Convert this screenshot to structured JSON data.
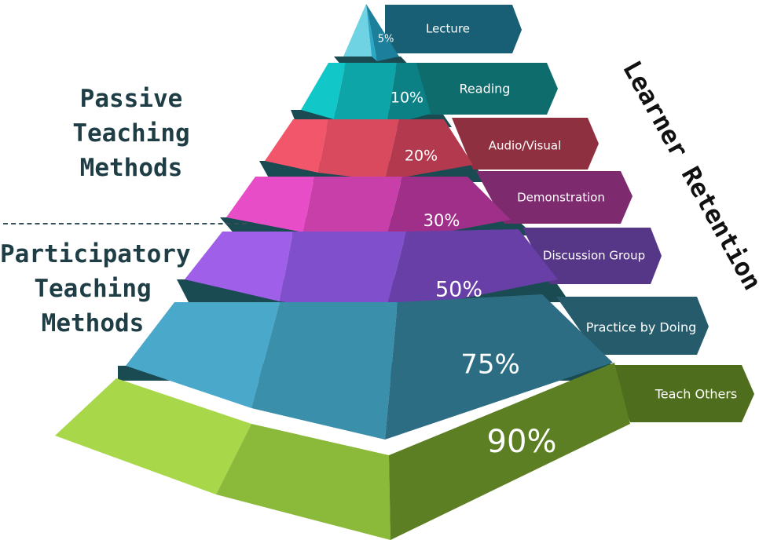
{
  "labels": {
    "passive": [
      "Passive",
      "Teaching",
      "Methods"
    ],
    "participatory": [
      "Participatory",
      "Teaching",
      "Methods"
    ],
    "retention": "Learner Retention"
  },
  "levels": [
    {
      "percent": "5%",
      "label": "Lecture",
      "colors": {
        "left": "#6fd3e4",
        "front": "#2aa9c4",
        "right": "#1c7f9b",
        "tab": "#185f76"
      }
    },
    {
      "percent": "10%",
      "label": "Reading",
      "colors": {
        "left": "#12c7c7",
        "front": "#0ea5a8",
        "right": "#0b8185",
        "tab": "#0f6c6d"
      }
    },
    {
      "percent": "20%",
      "label": "Audio/Visual",
      "colors": {
        "left": "#f2566b",
        "front": "#d94a5f",
        "right": "#b33a4e",
        "tab": "#8f3040"
      }
    },
    {
      "percent": "30%",
      "label": "Demonstration",
      "colors": {
        "left": "#e84dc8",
        "front": "#c83fa9",
        "right": "#9f2f89",
        "tab": "#7d2a6e"
      }
    },
    {
      "percent": "50%",
      "label": "Discussion Group",
      "colors": {
        "left": "#9f5fe8",
        "front": "#8050cc",
        "right": "#673fa6",
        "tab": "#563687"
      }
    },
    {
      "percent": "75%",
      "label": "Practice by Doing",
      "colors": {
        "left": "#4aa9cb",
        "front": "#3a8fab",
        "right": "#2d6d83",
        "tab": "#265b6c"
      }
    },
    {
      "percent": "90%",
      "label": "Teach Others",
      "colors": {
        "left": "#a8d84a",
        "front": "#8bb93a",
        "right": "#5b7f22",
        "tab": "#4f6e1d"
      }
    }
  ]
}
